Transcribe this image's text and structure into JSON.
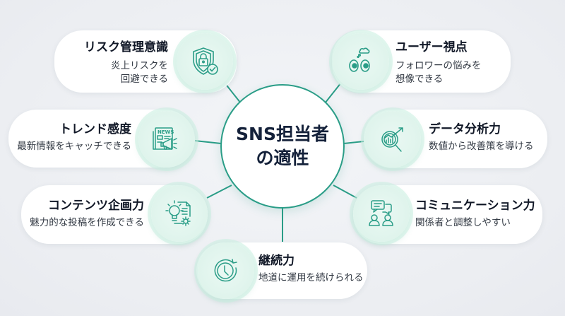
{
  "center": {
    "line1": "SNS担当者",
    "line2": "の適性"
  },
  "colors": {
    "accent": "#2a9d87",
    "background": "#eef0f4",
    "card": "#ffffff",
    "title": "#111827",
    "text": "#333a44"
  },
  "items": [
    {
      "title": "リスク管理意識",
      "desc_line1": "炎上リスクを",
      "desc_line2": "回避できる",
      "icon": "shield-lock-check-icon"
    },
    {
      "title": "ユーザー視点",
      "desc_line1": "フォロワーの悩みを",
      "desc_line2": "想像できる",
      "icon": "eyes-thought-bubble-icon"
    },
    {
      "title": "トレンド感度",
      "desc_line1": "最新情報をキャッチできる",
      "icon": "news-megaphone-icon",
      "icon_text": "NEWS"
    },
    {
      "title": "データ分析力",
      "desc_line1": "数値から改善策を導ける",
      "icon": "magnifier-chart-icon"
    },
    {
      "title": "コンテンツ企画力",
      "desc_line1": "魅力的な投稿を作成できる",
      "icon": "lightbulb-document-gear-icon"
    },
    {
      "title": "コミュニケーション力",
      "desc_line1": "関係者と調整しやすい",
      "icon": "chat-people-icon"
    },
    {
      "title": "継続力",
      "desc_line1": "地道に運用を続けられる",
      "icon": "clock-refresh-icon"
    }
  ]
}
